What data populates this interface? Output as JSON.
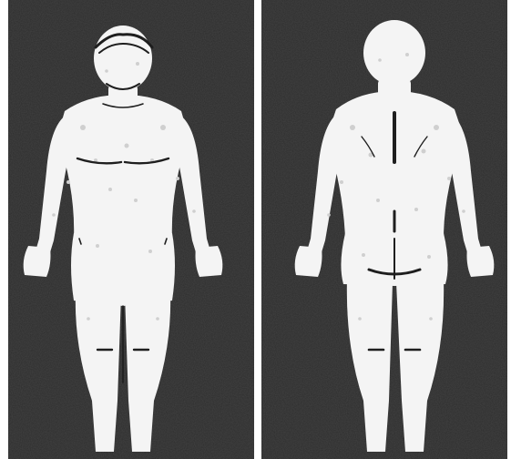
{
  "figure": {
    "views": [
      {
        "id": "front",
        "name": "anterior-view"
      },
      {
        "id": "back",
        "name": "posterior-view"
      }
    ]
  },
  "colors": {
    "background": "#2d2d2d",
    "body": "#f4f4f4",
    "outline": "#1e1e1e",
    "speckle": "#cfcfcf",
    "divider": "#ffffff"
  }
}
